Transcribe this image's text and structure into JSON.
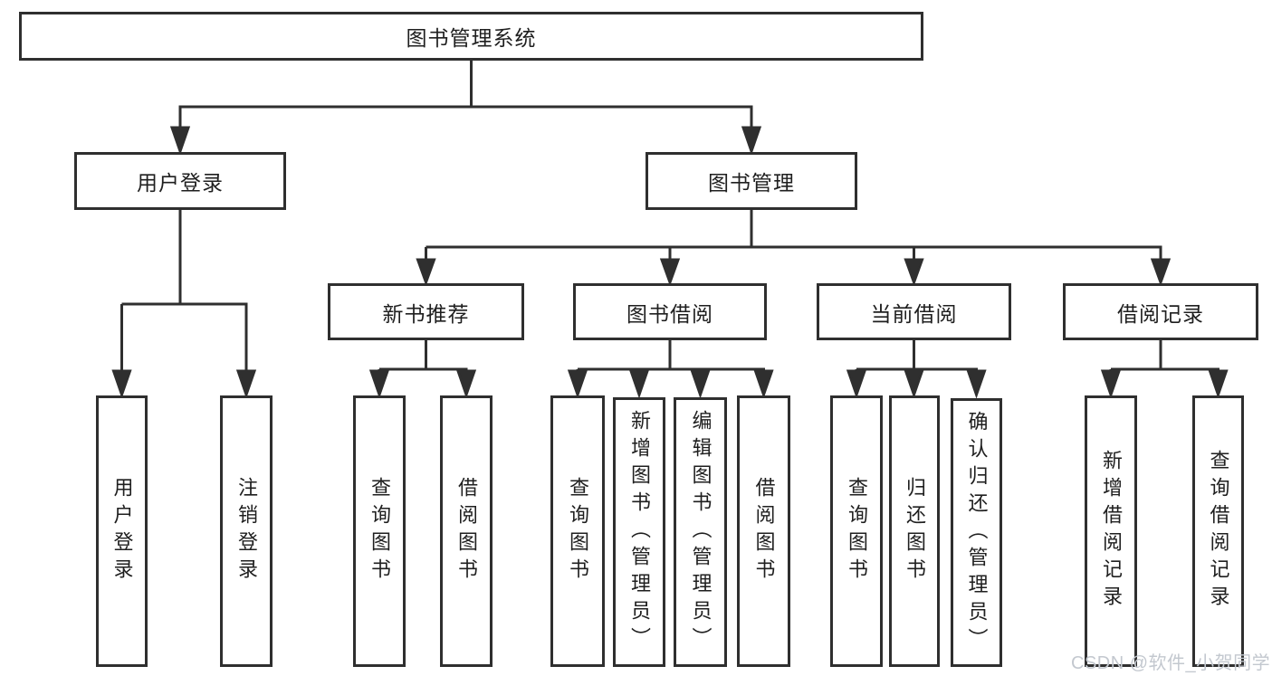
{
  "diagram": {
    "root": {
      "label": "图书管理系统"
    },
    "level2": [
      {
        "label": "用户登录"
      },
      {
        "label": "图书管理"
      }
    ],
    "level3": [
      {
        "label": "新书推荐"
      },
      {
        "label": "图书借阅"
      },
      {
        "label": "当前借阅"
      },
      {
        "label": "借阅记录"
      }
    ],
    "leaves": {
      "user": [
        "用户登录",
        "注销登录"
      ],
      "newbook": [
        "查询图书",
        "借阅图书"
      ],
      "borrow": [
        "查询图书",
        "新增图书（管理员）",
        "编辑图书（管理员）",
        "借阅图书"
      ],
      "current": [
        "查询图书",
        "归还图书",
        "确认归还（管理员）"
      ],
      "records": [
        "新增借阅记录",
        "查询借阅记录"
      ]
    }
  },
  "watermark": "CSDN @软件_小贺同学",
  "colors": {
    "line": "#2f2f2f",
    "text": "#1f1f1f",
    "watermark": "#c3c8cf",
    "background": "#ffffff"
  }
}
